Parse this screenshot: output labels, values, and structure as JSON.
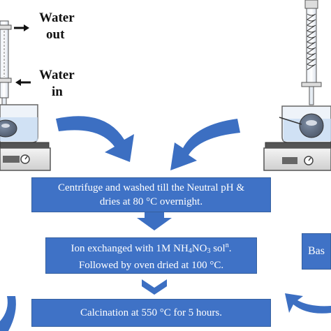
{
  "labels": {
    "water_out": [
      "Water",
      "out"
    ],
    "water_in": [
      "Water",
      "in"
    ]
  },
  "steps": {
    "centrifuge": [
      "Centrifuge and washed till the Neutral pH &",
      "dries at 80 °C overnight."
    ],
    "ion_exchange": {
      "line1_prefix": "Ion exchanged with 1M NH",
      "sub1": "4",
      "mid": "NO",
      "sub2": "3",
      "line1_suffix": " sol",
      "sup": "n",
      "line1_end": ".",
      "line2": "Followed by oven dried at 100 °C."
    },
    "calcination": "Calcination at 550 °C for 5 hours.",
    "side_box_partial": "Bas"
  },
  "colors": {
    "box_fill": "#3f72c6",
    "arrow_fill": "#3c6fc2",
    "liquid": "#c8dcf2"
  },
  "icons": [
    "condenser-icon",
    "flask-icon",
    "hotplate-icon",
    "curved-arrow-icon",
    "down-chevron-icon"
  ]
}
